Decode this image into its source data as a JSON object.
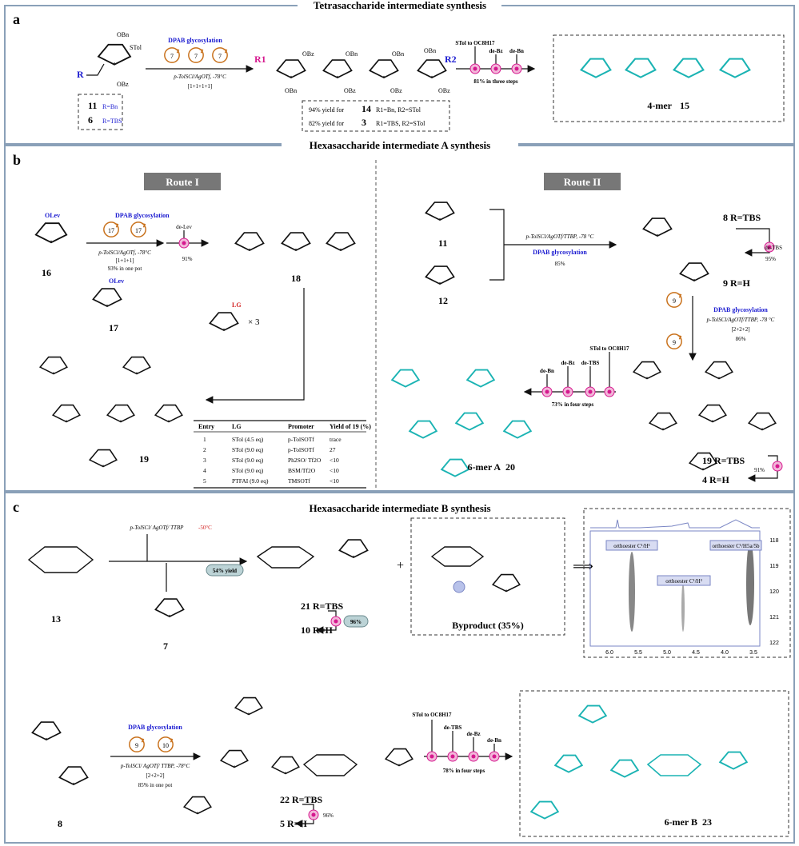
{
  "panels": {
    "a": {
      "letter": "a",
      "title": "Tetrasaccharide intermediate synthesis"
    },
    "b": {
      "letter": "b",
      "title": "Hexasaccharide intermediate A synthesis"
    },
    "c": {
      "letter": "c",
      "title": "Hexasaccharide intermediate B synthesis"
    }
  },
  "a": {
    "glyco_label": "DPAB glycosylation",
    "reagents": "p-TolSCl/AgOTf, -78°C",
    "stoich": "[1+1+1+1]",
    "circle_num": "7",
    "cmp11": "11",
    "cmp11_r": "R=Bn",
    "cmp6": "6",
    "cmp6_r": "R=TBS",
    "yield14": "94% yield for",
    "cmp14": "14",
    "cmp14_r": "R1=Bn,   R2=STol",
    "yield3": "82% yield for",
    "cmp3": "3",
    "cmp3_r": "R1=TBS, R2=STol",
    "step1": "STol to OC8H17",
    "step2": "de-Bz",
    "step3": "de-Bn",
    "steps_yield": "81% in three steps",
    "product": "4-mer",
    "product_num": "15",
    "R": "R",
    "R1": "R1",
    "R2": "R2",
    "stol": "STol",
    "obn": "OBn",
    "obz": "OBz"
  },
  "b": {
    "route1": "Route I",
    "route2": "Route II",
    "glyco_label": "DPAB glycosylation",
    "reagents1": "p-TolSCl/AgOTf, -78°C",
    "stoich1": "[1+1+1]",
    "yield_pot": "93% in one pot",
    "circle17": "17",
    "delev": "de-Lev",
    "delev_yield": "91%",
    "cmp16": "16",
    "cmp17": "17",
    "cmp18": "18",
    "cmp19": "19",
    "olev": "OLev",
    "lg": "LG",
    "times3": "× 3",
    "table": {
      "headers": [
        "Entry",
        "LG",
        "Promoter",
        "Yield of 19 (%)"
      ],
      "rows": [
        [
          "1",
          "STol (4.5 eq)",
          "p-TolSOTf",
          "trace"
        ],
        [
          "2",
          "STol (9.0 eq)",
          "p-TolSOTf",
          "27"
        ],
        [
          "3",
          "STol (9.0 eq)",
          "Ph2SO/ Tf2O",
          "<10"
        ],
        [
          "4",
          "STol (9.0 eq)",
          "BSM/Tf2O",
          "<10"
        ],
        [
          "5",
          "PTFAI (9.0 eq)",
          "TMSOTf",
          "<10"
        ]
      ]
    },
    "cmp11": "11",
    "cmp12": "12",
    "reagents2": "p-TolSCl/AgOTf/TTBP, -78 °C",
    "glyco2": "DPAB glycosylation",
    "yield2": "85%",
    "cmp8": "8 R=TBS",
    "cmp9": "9 R=H",
    "detbs": "de-TBS",
    "detbs_yield": "95%",
    "glyco3": "DPAB glycosylation",
    "reagents3": "p-TolSCl/AgOTf/TTBP, -78 °C",
    "stoich3": "[2+2+2]",
    "yield3": "86%",
    "circle9": "9",
    "steps_a": "STol to OC8H17",
    "steps_detbs": "de-TBS",
    "steps_debz": "de-Bz",
    "steps_debn": "de-Bn",
    "steps_yield": "73% in four steps",
    "product": "6-mer A",
    "product_num": "20",
    "cmp19b": "19 R=TBS",
    "cmp4": "4 R=H",
    "yield_final": "91%"
  },
  "c": {
    "cmp13": "13",
    "cmp7": "7",
    "reagents": "p-TolSCl/ AgOTf/ TTBP",
    "temp": "-50°C",
    "yield54": "54% yield",
    "cmp21": "21 R=TBS",
    "cmp10": "10 R=H",
    "yield96": "96%",
    "byproduct": "Byproduct (35%)",
    "nmr": {
      "xlabels": [
        "6.0",
        "5.5",
        "5.0",
        "4.5",
        "4.0",
        "3.5"
      ],
      "ylabels": [
        "118",
        "119",
        "120",
        "121",
        "122"
      ],
      "tag1": "orthoester C¹/H¹",
      "tag2": "orthoester C¹/H²",
      "tag3": "orthoester C¹/H5a/5b"
    },
    "glyco": "DPAB glycosylation",
    "circle9": "9",
    "circle10": "10",
    "reagents2": "p-TolSCl/ AgOTf/ TTBP, -78°C",
    "stoich2": "[2+2+2]",
    "yield_pot": "85% in one pot",
    "cmp8": "8",
    "cmp22": "22 R=TBS",
    "cmp5": "5 R=H",
    "yield5": "96%",
    "step1": "STol to OC8H17",
    "step2": "de-TBS",
    "step3": "de-Bz",
    "step4": "de-Bn",
    "steps_yield": "78% in four steps",
    "product": "6-mer B",
    "product_num": "23"
  },
  "colors": {
    "cyan": "#1ab3b3",
    "magenta": "#d6198f",
    "blue": "#1a1ad0",
    "orange": "#c8701a",
    "grey_box": "#777777"
  }
}
